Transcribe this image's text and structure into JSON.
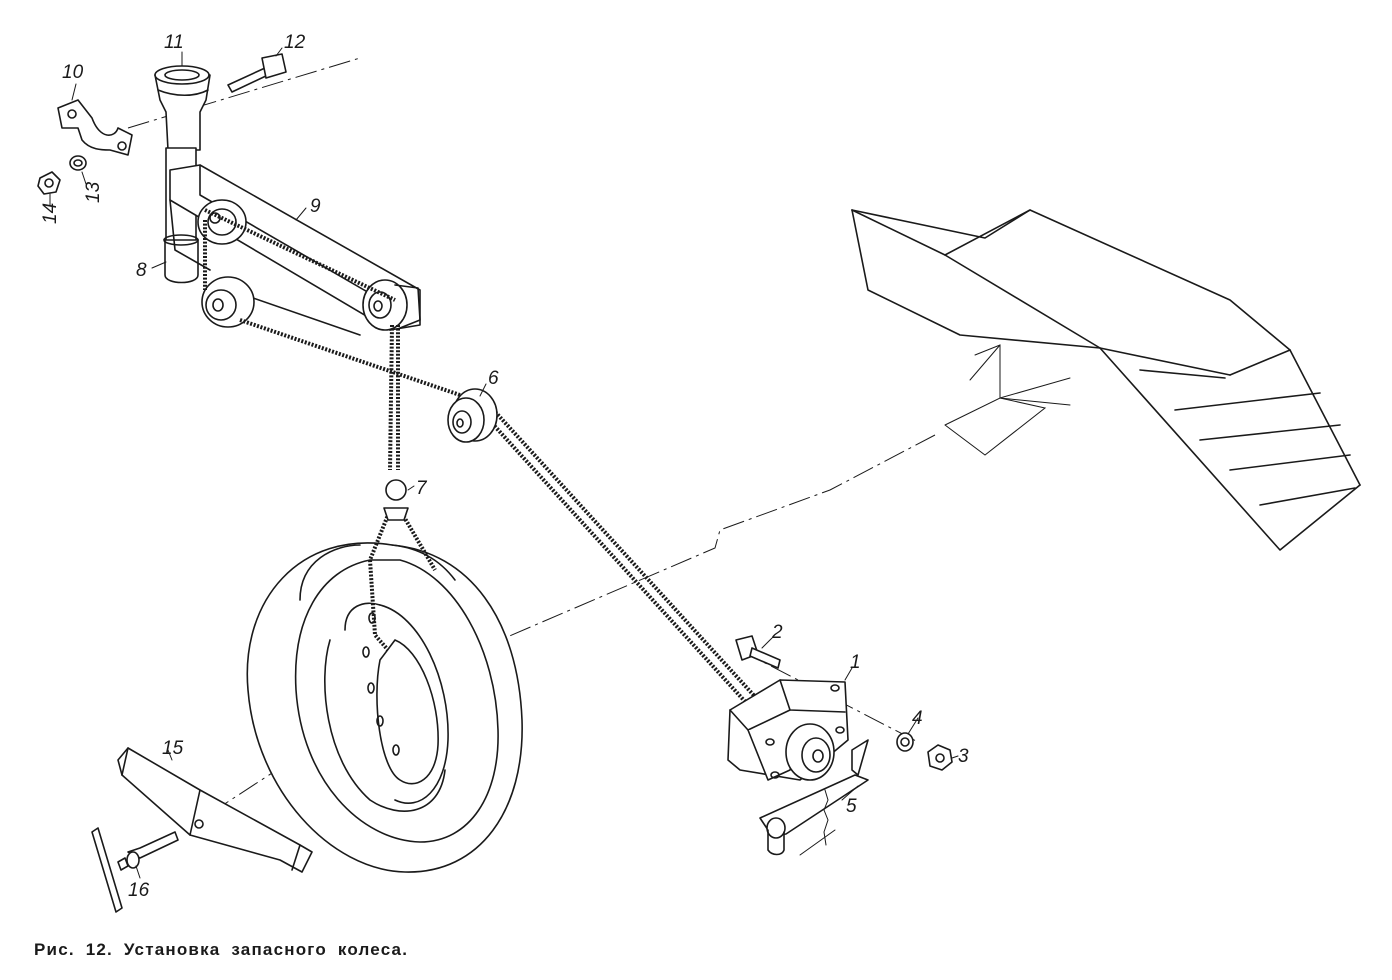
{
  "figure": {
    "caption": "Рис. 12. Установка запасного колеса."
  },
  "parts": [
    {
      "number": "1",
      "icon": "winch-housing-icon"
    },
    {
      "number": "2",
      "icon": "bolt-icon"
    },
    {
      "number": "3",
      "icon": "nut-icon"
    },
    {
      "number": "4",
      "icon": "washer-icon"
    },
    {
      "number": "5",
      "icon": "crank-handle-icon"
    },
    {
      "number": "6",
      "icon": "pulley-icon"
    },
    {
      "number": "7",
      "icon": "hook-icon"
    },
    {
      "number": "8",
      "icon": "bushing-icon"
    },
    {
      "number": "9",
      "icon": "bracket-arm-icon"
    },
    {
      "number": "10",
      "icon": "clamp-icon"
    },
    {
      "number": "11",
      "icon": "sleeve-icon"
    },
    {
      "number": "12",
      "icon": "bolt-icon"
    },
    {
      "number": "13",
      "icon": "washer-icon"
    },
    {
      "number": "14",
      "icon": "nut-icon"
    },
    {
      "number": "15",
      "icon": "tire-lever-icon"
    },
    {
      "number": "16",
      "icon": "t-wrench-icon"
    }
  ]
}
